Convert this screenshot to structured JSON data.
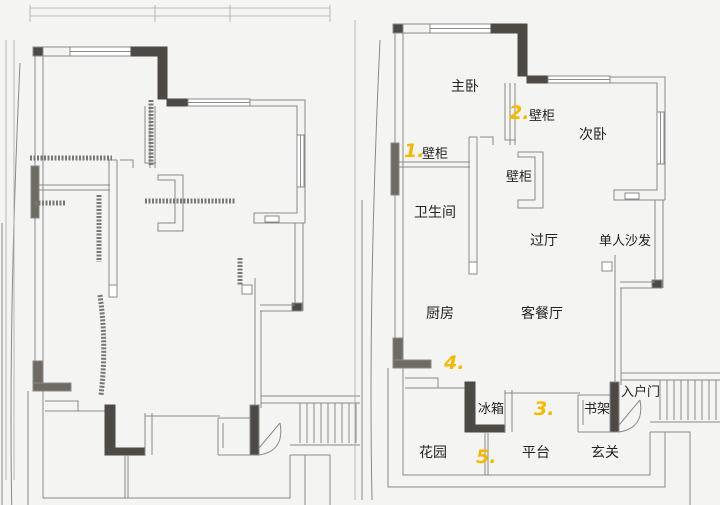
{
  "plan": {
    "colors": {
      "paper": "#f4f4f2",
      "line": "#8a8a8a",
      "wall_dark": "#4d4a45",
      "marker": "#f5b800"
    },
    "rooms": {
      "master_bedroom": "主卧",
      "wardrobe_1": "壁柜",
      "wardrobe_2": "壁柜",
      "wardrobe_3": "壁柜",
      "second_bedroom": "次卧",
      "bathroom": "卫生间",
      "hallway": "过厅",
      "single_sofa": "单人沙发",
      "kitchen": "厨房",
      "living_dining": "客餐厅",
      "fridge": "冰箱",
      "bookshelf": "书架",
      "entrance_door": "入户门",
      "garden": "花园",
      "terrace": "平台",
      "foyer": "玄关"
    },
    "markers": [
      "1.",
      "2.",
      "3.",
      "4.",
      "5."
    ]
  }
}
